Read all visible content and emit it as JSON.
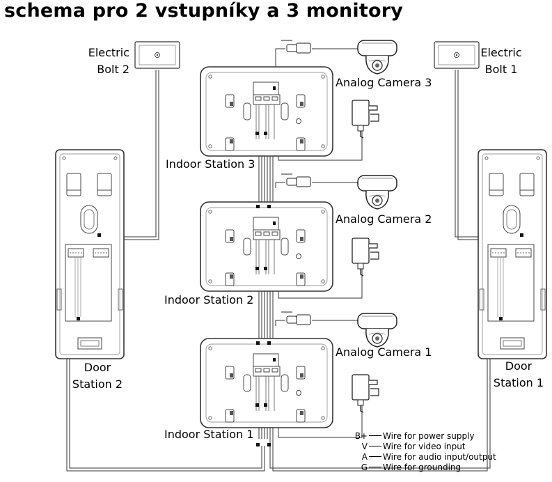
{
  "title": "schema pro 2 vstupníky a 3 monitory",
  "electric_bolts": [
    {
      "line1": "Electric",
      "line2": "Bolt 2"
    },
    {
      "line1": "Electric",
      "line2": "Bolt 1"
    }
  ],
  "door_stations": [
    {
      "line1": "Door",
      "line2": "Station 2"
    },
    {
      "line1": "Door",
      "line2": "Station 1"
    }
  ],
  "indoor_stations": [
    "Indoor Station 3",
    "Indoor Station 2",
    "Indoor Station 1"
  ],
  "cameras": [
    "Analog Camera 3",
    "Analog Camera 2",
    "Analog Camera 1"
  ],
  "legend": [
    {
      "key": "B+",
      "text": "Wire for power supply"
    },
    {
      "key": "V",
      "text": "Wire for video input"
    },
    {
      "key": "A",
      "text": "Wire for audio input/output"
    },
    {
      "key": "G",
      "text": "Wire for grounding"
    }
  ]
}
